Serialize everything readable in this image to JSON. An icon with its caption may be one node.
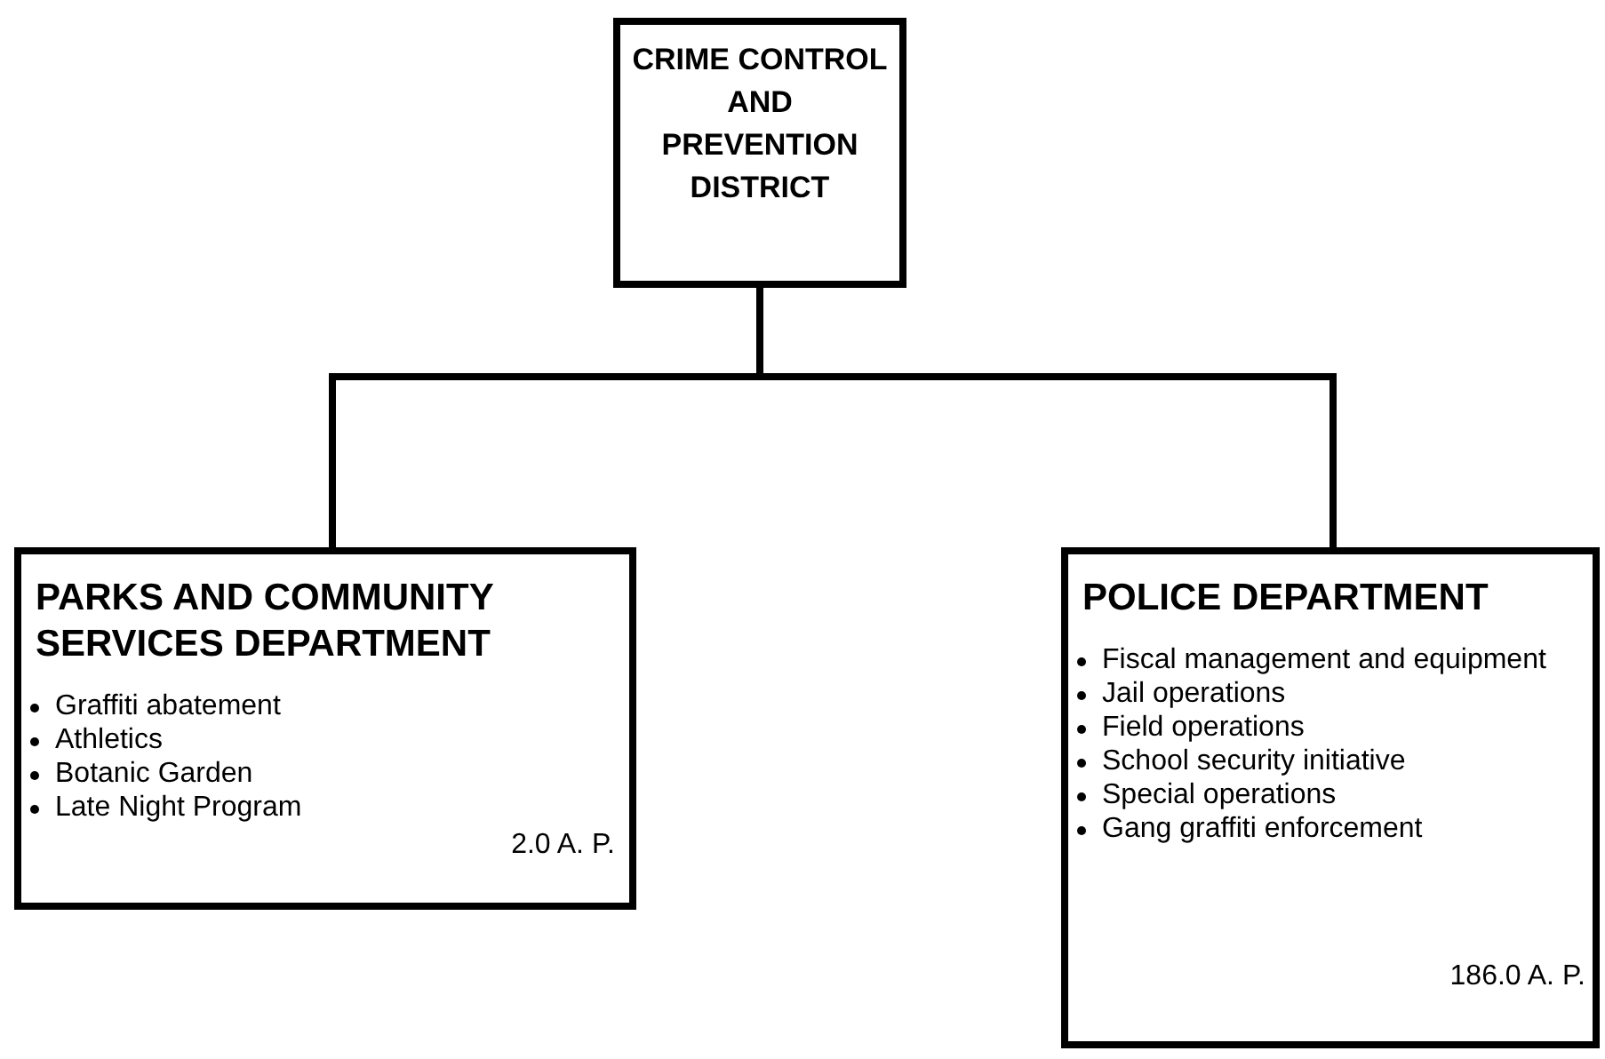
{
  "diagram": {
    "nodes": [
      {
        "text": [
          "CRIME CONTROL AND PREVENTION DISTRICT"
        ]
      },
      {
        "text": [
          "PARKS AND COMMUNITY SERVICES DEPARTMENT",
          "Graffiti abatement",
          "Athletics",
          "Botanic Garden",
          "Late Night Program",
          "2.0 A. P."
        ]
      },
      {
        "text": [
          "POLICE DEPARTMENT",
          "Fiscal management and equipment",
          "Jail operations",
          "Field operations",
          "School security initiative",
          "Special operations",
          "Gang graffiti enforcement",
          "186.0 A. P."
        ]
      }
    ],
    "edges": [
      {
        "from": 0,
        "to": 1,
        "arrow": "none"
      },
      {
        "from": 0,
        "to": 2,
        "arrow": "none"
      }
    ]
  }
}
